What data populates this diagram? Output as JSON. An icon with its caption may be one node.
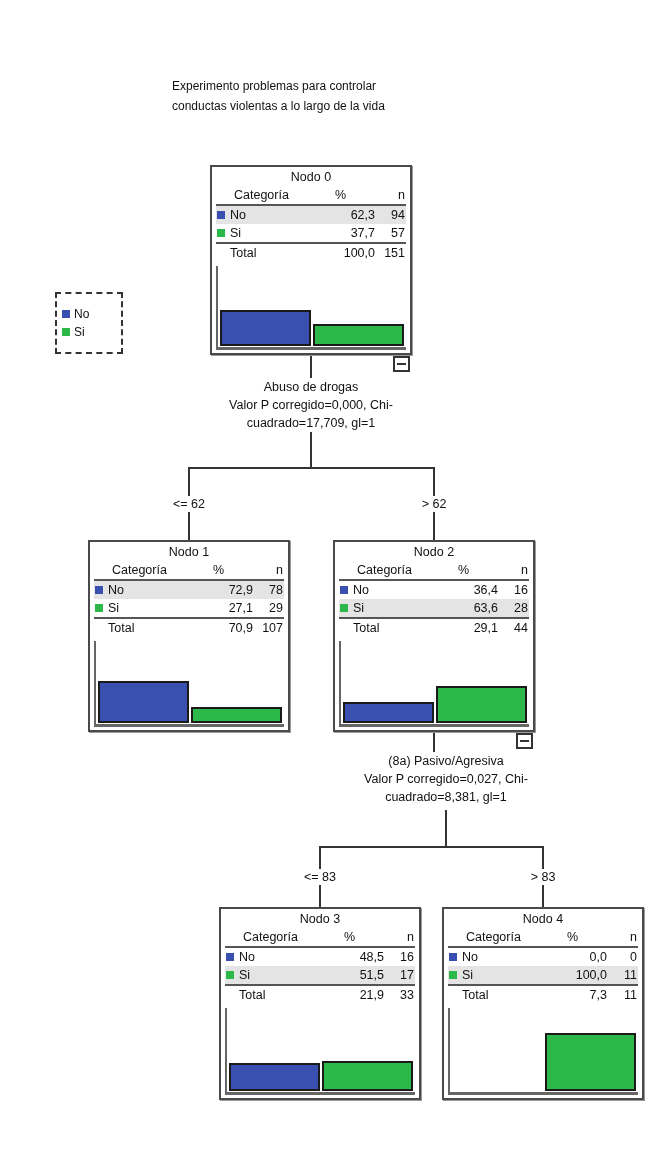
{
  "diagram": {
    "title": "Experimento problemas para controlar conductas violentas a lo largo de la vida",
    "nodes": [
      {
        "text": [
          "Nodo 0",
          "Categoría",
          "%",
          "n",
          "No",
          "62,3",
          "94",
          "Si",
          "37,7",
          "57",
          "Total",
          "100,0",
          "151"
        ]
      },
      {
        "text": [
          "Abuso de drogas",
          "Valor P corregido=0,000, Chi-cuadrado=17,709, gl=1"
        ]
      },
      {
        "text": [
          "Nodo 1",
          "Categoría",
          "%",
          "n",
          "No",
          "72,9",
          "78",
          "Si",
          "27,1",
          "29",
          "Total",
          "70,9",
          "107"
        ]
      },
      {
        "text": [
          "Nodo 2",
          "Categoría",
          "%",
          "n",
          "No",
          "36,4",
          "16",
          "Si",
          "63,6",
          "28",
          "Total",
          "29,1",
          "44"
        ]
      },
      {
        "text": [
          "(8a) Pasivo/Agresiva",
          "Valor P corregido=0,027, Chi-cuadrado=8,381, gl=1"
        ]
      },
      {
        "text": [
          "Nodo 3",
          "Categoría",
          "%",
          "n",
          "No",
          "48,5",
          "16",
          "Si",
          "51,5",
          "17",
          "Total",
          "21,9",
          "33"
        ]
      },
      {
        "text": [
          "Nodo 4",
          "Categoría",
          "%",
          "n",
          "No",
          "0,0",
          "0",
          "Si",
          "100,0",
          "11",
          "Total",
          "7,3",
          "11"
        ]
      }
    ],
    "edges": [
      {
        "from": 0,
        "to": 1,
        "arrow": "none"
      },
      {
        "from": 1,
        "to": 2,
        "arrow": "none",
        "label": "<= 62"
      },
      {
        "from": 1,
        "to": 3,
        "arrow": "none",
        "label": "> 62"
      },
      {
        "from": 3,
        "to": 4,
        "arrow": "none"
      },
      {
        "from": 4,
        "to": 5,
        "arrow": "none",
        "label": "<= 83"
      },
      {
        "from": 4,
        "to": 6,
        "arrow": "none",
        "label": "> 83"
      }
    ],
    "legend": [
      {
        "text": "No",
        "color": "#3a50b0"
      },
      {
        "text": "Si",
        "color": "#2db84a"
      }
    ]
  }
}
